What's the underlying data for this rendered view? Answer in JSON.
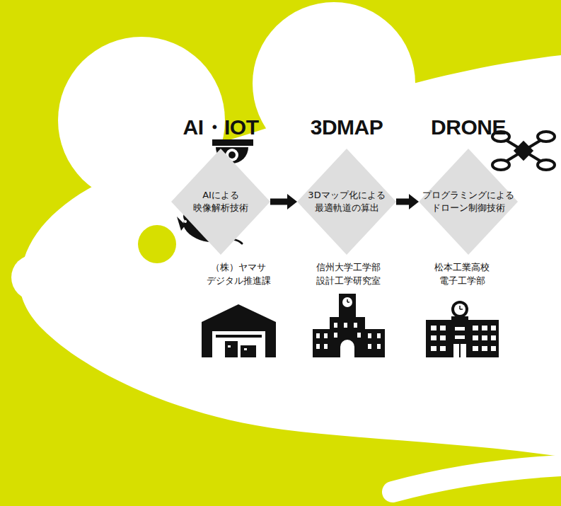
{
  "diagram": {
    "nodes": [
      {
        "text": [
          "AI・IOT",
          "AIによる 映像解析技術"
        ]
      },
      {
        "text": [
          "3DMAP",
          "3Dマップ化による 最適軌道の算出"
        ]
      },
      {
        "text": [
          "DRONE",
          "プログラミングによる ドローン制御技術"
        ]
      }
    ],
    "edges": [
      {
        "from": 0,
        "to": 1,
        "arrow": "to"
      },
      {
        "from": 1,
        "to": 2,
        "arrow": "to"
      }
    ],
    "labels": [
      "（株）ヤマサ デジタル推進課",
      "信州大学工学部 設計工学研究室",
      "松本工業高校 電子工学部"
    ]
  }
}
